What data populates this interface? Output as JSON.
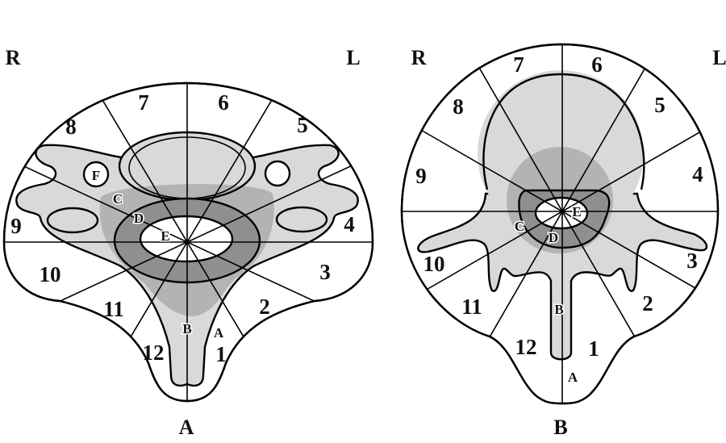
{
  "colors": {
    "light": "#d9d9d9",
    "medium": "#b3b3b3",
    "dark": "#8f8f8f",
    "white": "#ffffff",
    "line": "#000000"
  },
  "panelA": {
    "caption": "A",
    "right_label": "R",
    "left_label": "L",
    "sectors": [
      "1",
      "2",
      "3",
      "4",
      "5",
      "6",
      "7",
      "8",
      "9",
      "10",
      "11",
      "12"
    ],
    "zones": {
      "A": "A",
      "B": "B",
      "C": "C",
      "D": "D",
      "E": "E",
      "F": "F"
    }
  },
  "panelB": {
    "caption": "B",
    "right_label": "R",
    "left_label": "L",
    "sectors": [
      "1",
      "2",
      "3",
      "4",
      "5",
      "6",
      "7",
      "8",
      "9",
      "10",
      "11",
      "12"
    ],
    "zones": {
      "A": "A",
      "B": "B",
      "C": "C",
      "D": "D",
      "E": "E"
    }
  }
}
